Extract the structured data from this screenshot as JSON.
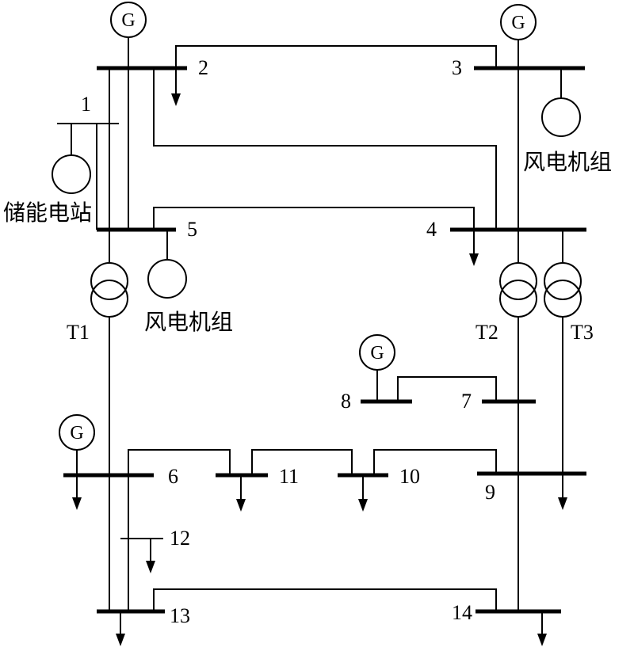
{
  "buses": {
    "b1": "1",
    "b2": "2",
    "b3": "3",
    "b4": "4",
    "b5": "5",
    "b6": "6",
    "b7": "7",
    "b8": "8",
    "b9": "9",
    "b10": "10",
    "b11": "11",
    "b12": "12",
    "b13": "13",
    "b14": "14"
  },
  "transformers": {
    "t1": "T1",
    "t2": "T2",
    "t3": "T3"
  },
  "generator_symbol": "G",
  "labels": {
    "storage_station": "储能电站",
    "wind_farm": "风电机组"
  }
}
